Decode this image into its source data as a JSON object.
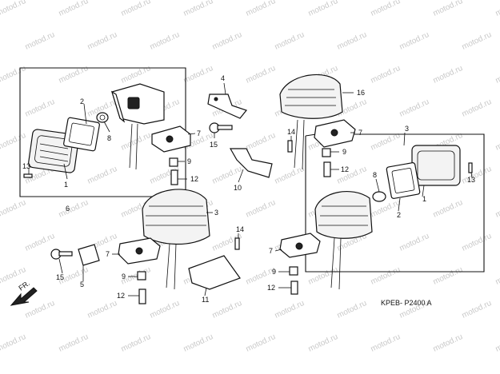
{
  "diagram": {
    "watermark": "motod.ru",
    "code": "KPEB- P2400 A",
    "direction_label": "FR.",
    "callouts": {
      "c1a": "1",
      "c1b": "1",
      "c2a": "2",
      "c2b": "2",
      "c3a": "3",
      "c3b": "3",
      "c4": "4",
      "c5": "5",
      "c6": "6",
      "c7a": "7",
      "c7b": "7",
      "c7c": "7",
      "c7d": "7",
      "c8a": "8",
      "c8b": "8",
      "c9a": "9",
      "c9b": "9",
      "c9c": "9",
      "c9d": "9",
      "c10": "10",
      "c11": "11",
      "c12a": "12",
      "c12b": "12",
      "c12c": "12",
      "c12d": "12",
      "c13a": "13",
      "c13b": "13",
      "c14a": "14",
      "c14b": "14",
      "c15a": "15",
      "c15b": "15",
      "c16": "16"
    }
  }
}
